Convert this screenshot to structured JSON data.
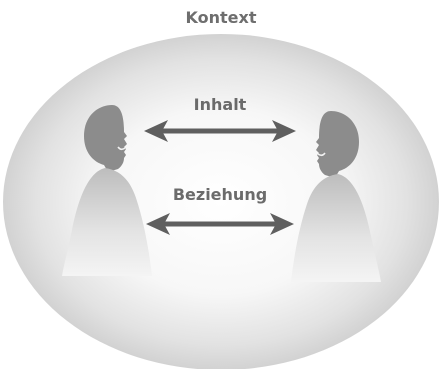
{
  "diagram": {
    "context_label": "Kontext",
    "content_label": "Inhalt",
    "relationship_label": "Beziehung"
  },
  "colors": {
    "head": "#8c8c8c",
    "arrow": "#5f5f5f",
    "label": "#6b6b6b",
    "halo_center": "#ffffff",
    "halo_edge": "#d4d4d4"
  }
}
